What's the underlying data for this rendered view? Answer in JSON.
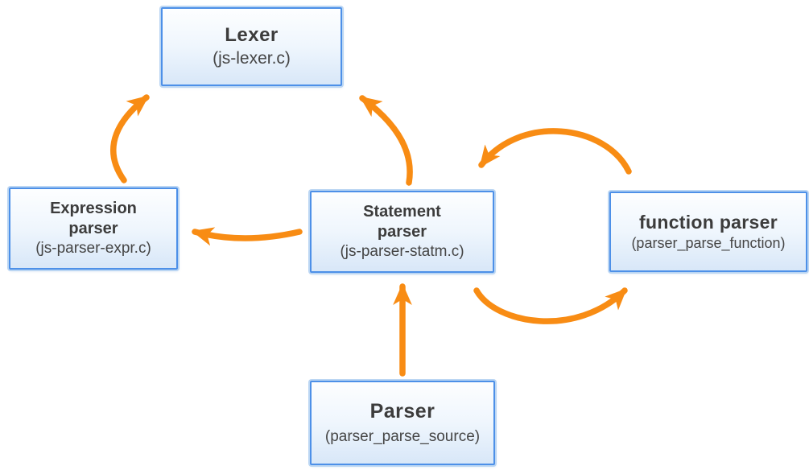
{
  "diagram": {
    "type": "flow",
    "nodes": {
      "lexer": {
        "title": "Lexer",
        "subtitle": "(js-lexer.c)"
      },
      "expression_parser": {
        "title": "Expression parser",
        "subtitle": "(js-parser-expr.c)"
      },
      "statement_parser": {
        "title": "Statement parser",
        "subtitle": "(js-parser-statm.c)"
      },
      "function_parser": {
        "title": "function parser",
        "subtitle": "(parser_parse_function)"
      },
      "parser": {
        "title": "Parser",
        "subtitle": "(parser_parse_source)"
      }
    },
    "edges": [
      {
        "from": "expression_parser",
        "to": "lexer"
      },
      {
        "from": "statement_parser",
        "to": "lexer"
      },
      {
        "from": "statement_parser",
        "to": "expression_parser"
      },
      {
        "from": "function_parser",
        "to": "statement_parser"
      },
      {
        "from": "statement_parser",
        "to": "function_parser"
      },
      {
        "from": "parser",
        "to": "statement_parser"
      }
    ],
    "colors": {
      "arrow": "#F88C14",
      "node_border": "#4D90E8",
      "node_border_halo": "#BBD6F3",
      "node_fill_top": "#FDFEFF",
      "node_fill_bottom": "#D8E7F8",
      "text": "#3C3C3C",
      "background": "#FFFFFF"
    }
  }
}
